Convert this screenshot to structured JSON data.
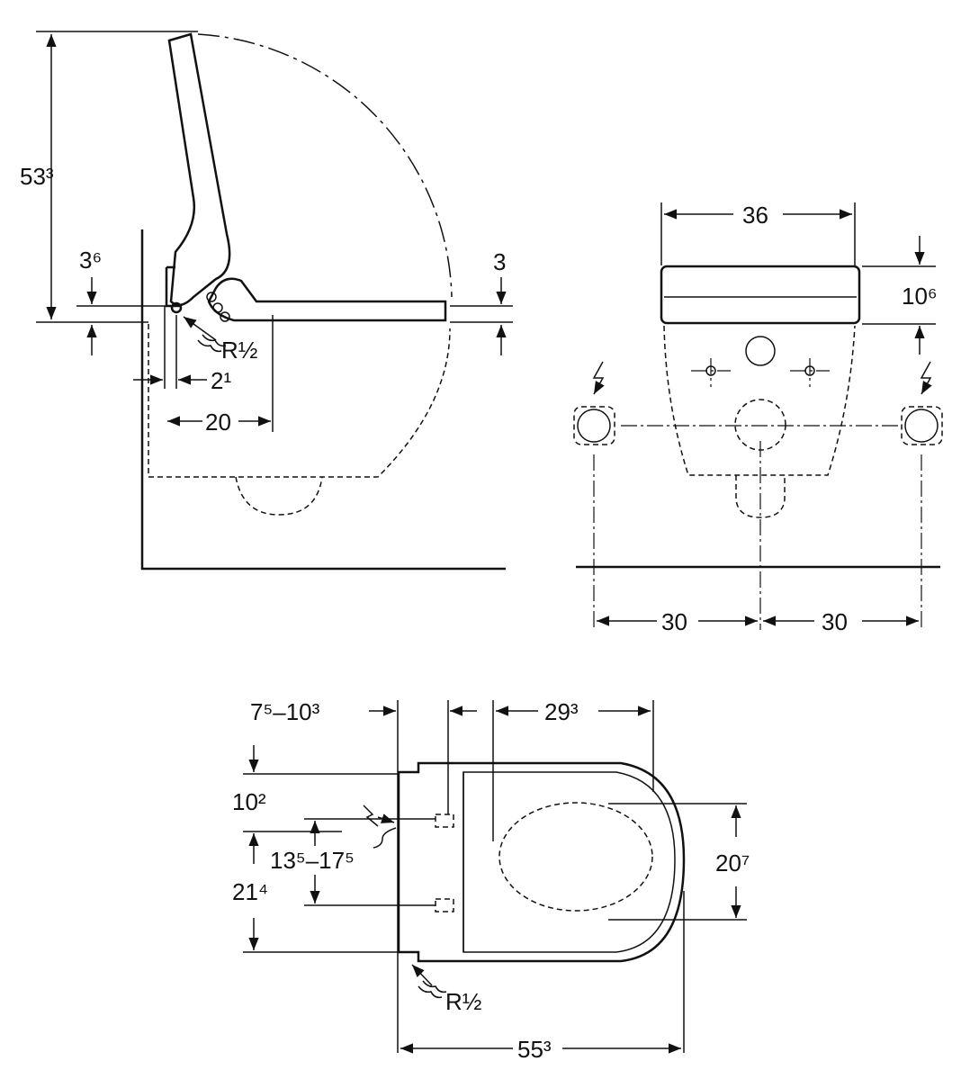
{
  "side_view": {
    "height_total": "53³",
    "seat_offset": "3⁶",
    "connector_offset": "2¹",
    "depth": "20",
    "seat_thickness": "3",
    "water_connection": "R½"
  },
  "front_view": {
    "width": "36",
    "height": "10⁶",
    "left_spacing": "30",
    "right_spacing": "30",
    "power_icon": "lightning-icon"
  },
  "top_view": {
    "offset_range": "7⁵–10³",
    "inner_length": "29³",
    "top_offset": "10²",
    "connector_range": "13⁵–17⁵",
    "bottom_offset": "21⁴",
    "opening_width": "20⁷",
    "total_length": "55³",
    "water_connection": "R½"
  }
}
